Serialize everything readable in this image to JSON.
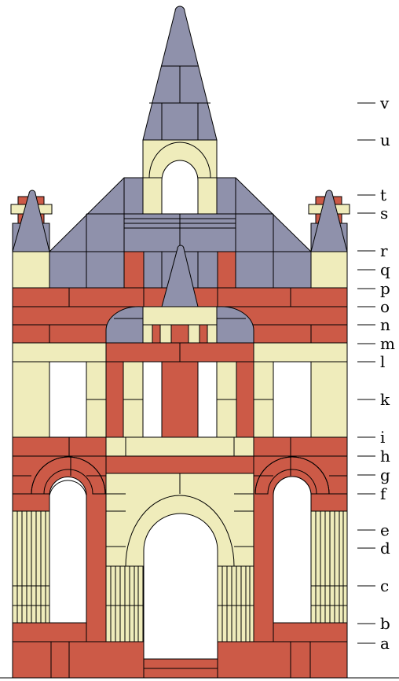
{
  "colors": {
    "red": "#cc5a47",
    "cream": "#efecbb",
    "slate": "#8f91ab",
    "outline": "#000000"
  },
  "level_labels": [
    "a",
    "b",
    "c",
    "d",
    "e",
    "f",
    "g",
    "h",
    "i",
    "k",
    "l",
    "m",
    "n",
    "o",
    "p",
    "q",
    "r",
    "s",
    "t",
    "u",
    "v"
  ]
}
